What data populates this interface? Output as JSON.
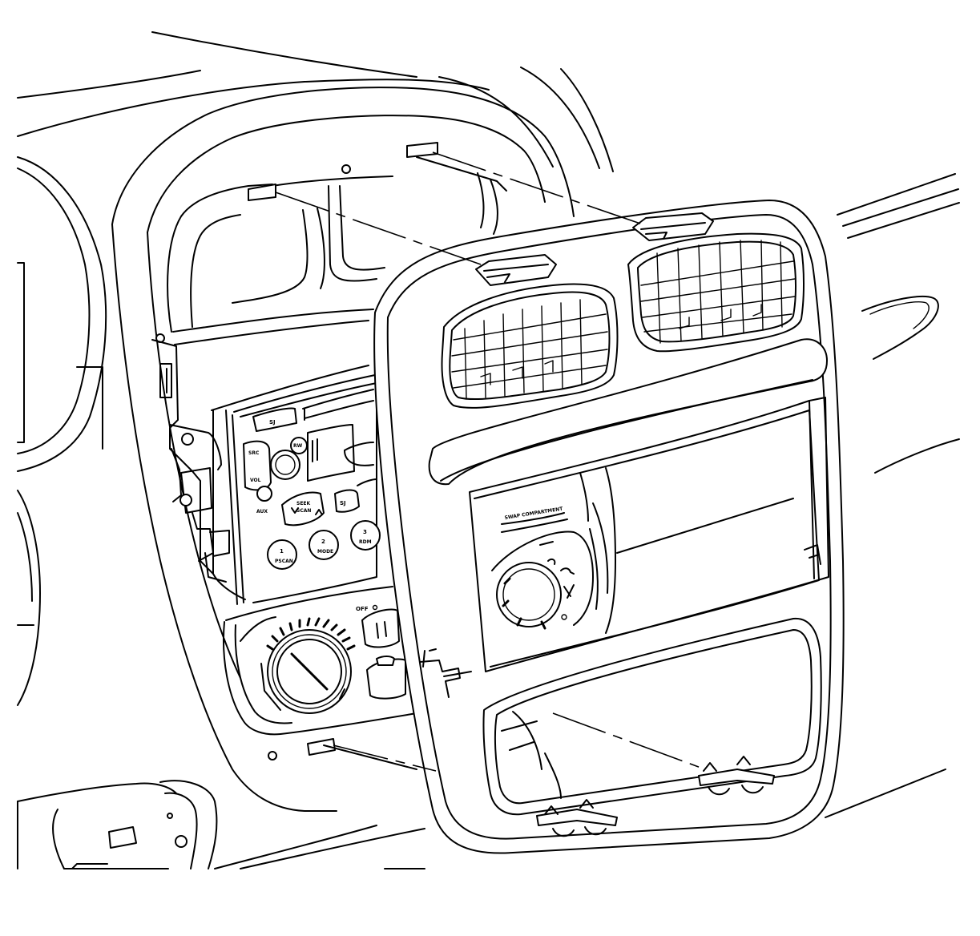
{
  "radio": {
    "preset_labels": [
      "1",
      "2",
      "3"
    ],
    "preset_captions": [
      "PSCAN",
      "MODE",
      "RDM"
    ],
    "btn_label_top": "SJ",
    "btn_label_side": "SJ",
    "seek_line1": "SEEK",
    "seek_line2": "SCAN",
    "vol_top": "SRC",
    "vol_bottom": "VOL",
    "small_label": "RW",
    "aux_label": "AUX"
  },
  "hvac": {
    "off_label": "OFF"
  },
  "bezel": {
    "panel_caption": "SWAP COMPARTMENT"
  }
}
